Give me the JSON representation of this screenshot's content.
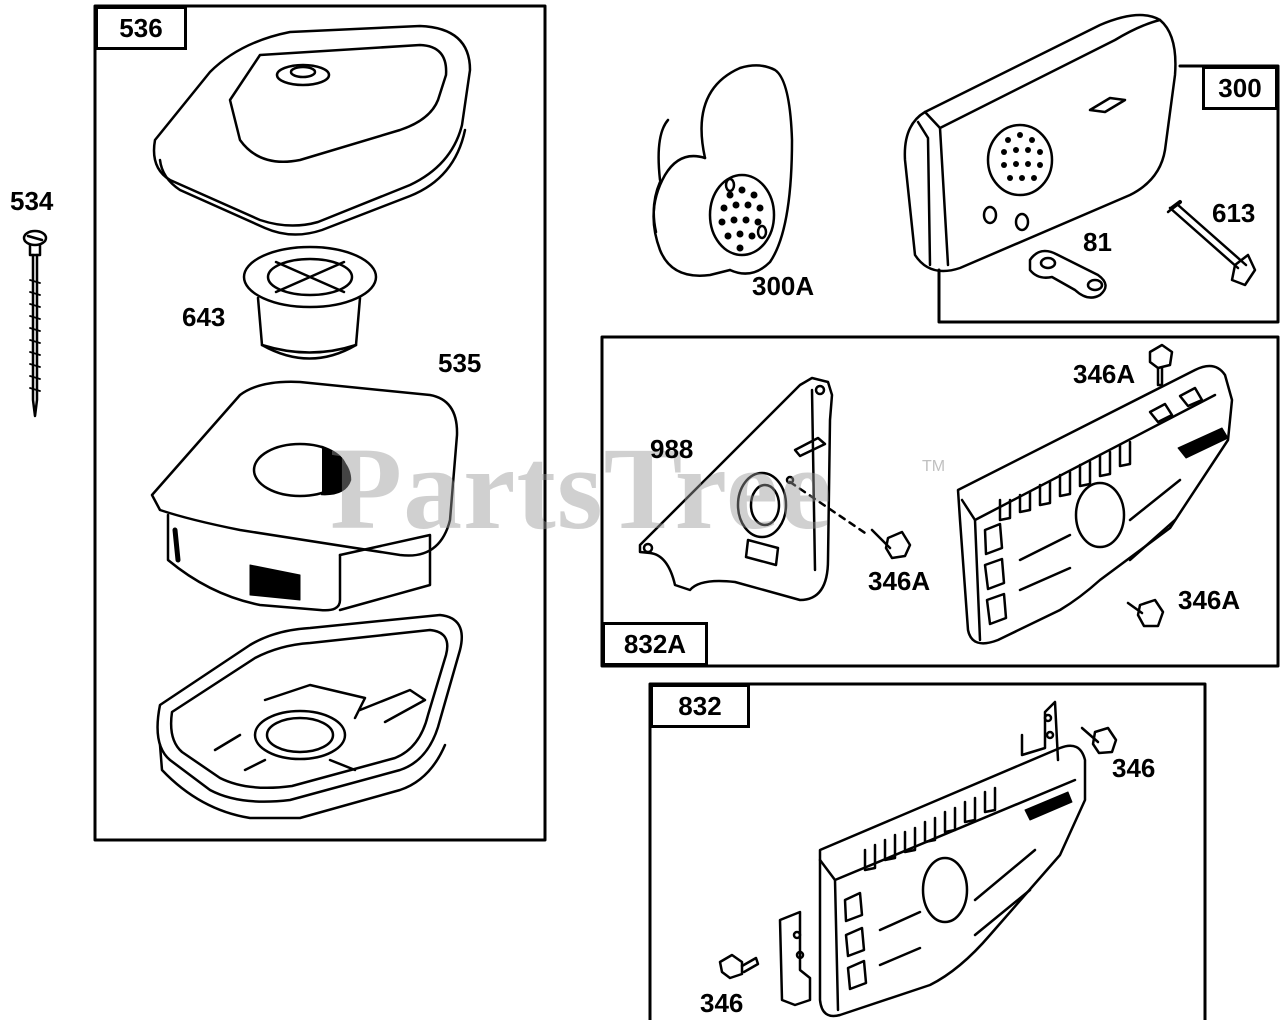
{
  "watermark": {
    "text": "PartsTree",
    "trademark": "TM"
  },
  "boxes": {
    "air_cleaner": "536",
    "muffler": "300",
    "guard_kit_a": "832A",
    "guard_kit": "832"
  },
  "labels": {
    "screw": "534",
    "precleaner": "643",
    "filter": "535",
    "spark_arrester_muffler": "300A",
    "lock_tab": "81",
    "muffler_screw": "613",
    "deflector": "988",
    "screw_346A_top": "346A",
    "screw_346A_mid": "346A",
    "screw_346A_right": "346A",
    "screw_346_top": "346",
    "screw_346_bottom": "346"
  },
  "colors": {
    "line": "#000000",
    "watermark": "#969696"
  }
}
